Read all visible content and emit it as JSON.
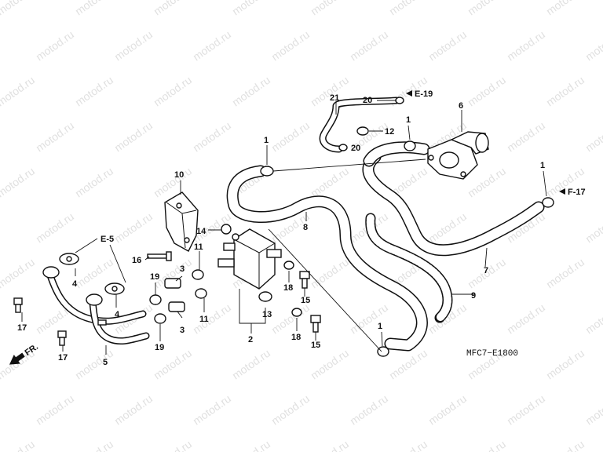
{
  "watermark": "motod.ru",
  "diagram_code": "MFC7−E1800",
  "direction_label": "FR.",
  "refs": {
    "e5": "E-5",
    "e19": "E-19",
    "f17": "F-17"
  },
  "labels": {
    "p1a": "1",
    "p1b": "1",
    "p1c": "1",
    "p1d": "1",
    "p2": "2",
    "p3a": "3",
    "p3b": "3",
    "p4a": "4",
    "p4b": "4",
    "p5": "5",
    "p6": "6",
    "p7": "7",
    "p8": "8",
    "p9": "9",
    "p10": "10",
    "p11a": "11",
    "p11b": "11",
    "p12": "12",
    "p13": "13",
    "p14": "14",
    "p15a": "15",
    "p15b": "15",
    "p16": "16",
    "p17a": "17",
    "p17b": "17",
    "p18a": "18",
    "p18b": "18",
    "p19a": "19",
    "p19b": "19",
    "p20a": "20",
    "p20b": "20",
    "p21": "21"
  }
}
